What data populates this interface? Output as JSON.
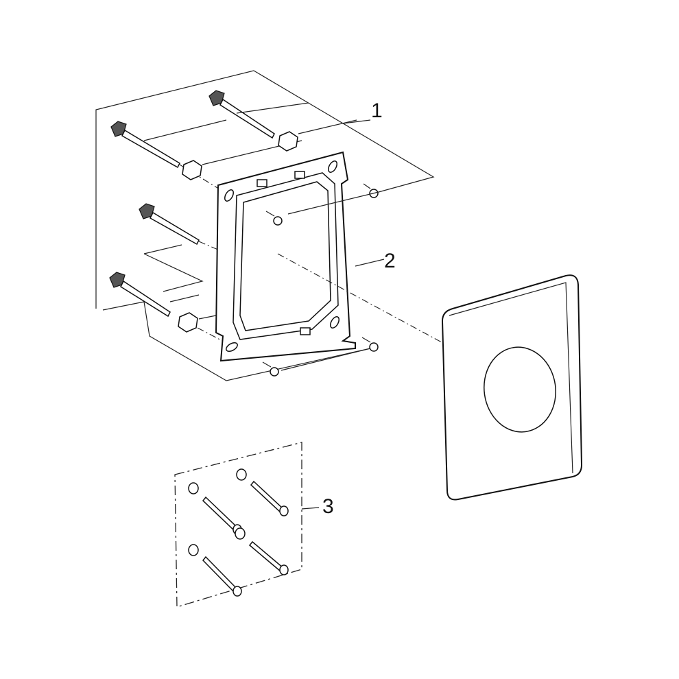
{
  "diagram": {
    "callouts": [
      {
        "id": "item-1",
        "label": "1"
      },
      {
        "id": "item-2",
        "label": "2"
      },
      {
        "id": "item-3",
        "label": "3"
      }
    ],
    "colors": {
      "line": "#111111",
      "background": "#ffffff"
    }
  }
}
